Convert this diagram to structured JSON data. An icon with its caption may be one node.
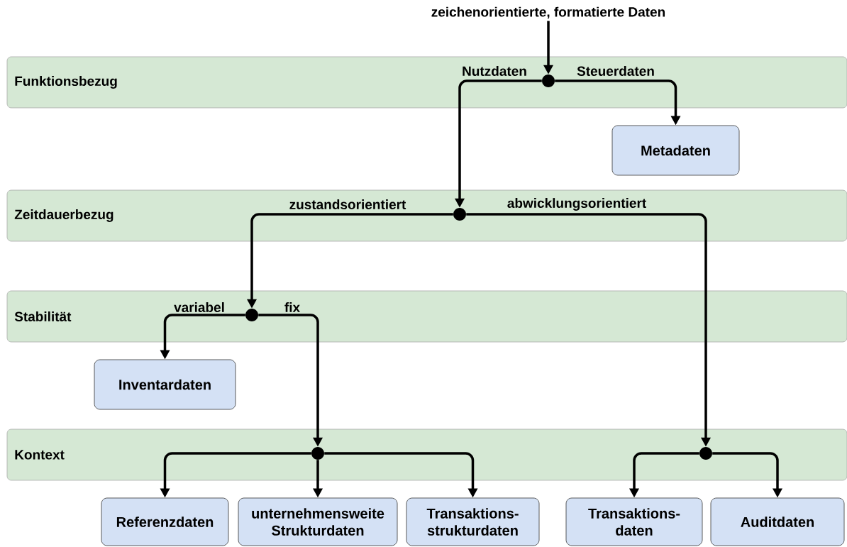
{
  "diagram": {
    "nodes": [
      {
        "text": [
          "Funktionsbezug"
        ]
      },
      {
        "text": [
          "Zeitdauerbezug"
        ]
      },
      {
        "text": [
          "Stabilität"
        ]
      },
      {
        "text": [
          "Kontext"
        ]
      },
      {
        "text": [
          "zeichenorientierte, formatierte Daten"
        ]
      },
      {
        "text": [],
        "shape": "circle",
        "in": 0
      },
      {
        "text": [
          "Metadaten"
        ]
      },
      {
        "text": [],
        "shape": "circle",
        "in": 1
      },
      {
        "text": [],
        "shape": "circle",
        "in": 2
      },
      {
        "text": [
          "Inventardaten"
        ]
      },
      {
        "text": [],
        "shape": "circle",
        "in": 3
      },
      {
        "text": [],
        "shape": "circle",
        "in": 3
      },
      {
        "text": [
          "Referenzdaten"
        ]
      },
      {
        "text": [
          "unternehmensweite Strukturdaten"
        ]
      },
      {
        "text": [
          "Transaktions- strukturdaten"
        ]
      },
      {
        "text": [
          "Transaktions- daten"
        ]
      },
      {
        "text": [
          "Auditdaten"
        ]
      }
    ],
    "edges": [
      {
        "from": 4,
        "to": 5,
        "arrow": "to"
      },
      {
        "from": 5,
        "to": 7,
        "arrow": "to",
        "label": "Nutzdaten"
      },
      {
        "from": 5,
        "to": 6,
        "arrow": "to",
        "label": "Steuerdaten"
      },
      {
        "from": 7,
        "to": 8,
        "arrow": "to",
        "label": "zustandsorientiert"
      },
      {
        "from": 7,
        "to": 11,
        "arrow": "to",
        "label": "abwicklungsorientiert"
      },
      {
        "from": 8,
        "to": 9,
        "arrow": "to",
        "label": "variabel"
      },
      {
        "from": 8,
        "to": 10,
        "arrow": "to",
        "label": "fix"
      },
      {
        "from": 10,
        "to": 12,
        "arrow": "to"
      },
      {
        "from": 10,
        "to": 13,
        "arrow": "to"
      },
      {
        "from": 10,
        "to": 14,
        "arrow": "to"
      },
      {
        "from": 11,
        "to": 15,
        "arrow": "to"
      },
      {
        "from": 11,
        "to": 16,
        "arrow": "to"
      }
    ]
  }
}
